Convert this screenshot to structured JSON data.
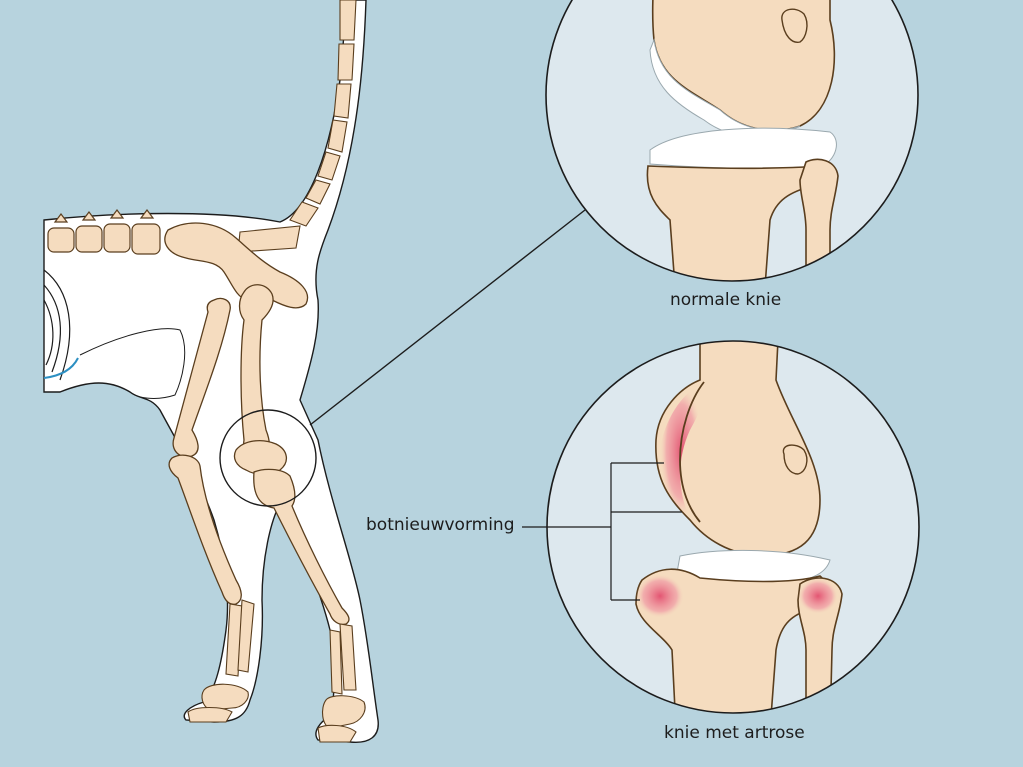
{
  "labels": {
    "normal_knee": "normale knie",
    "arthritic_knee": "knie met artrose",
    "bone_remodeling": "botnieuwvorming"
  },
  "colors": {
    "background": "#b7d3de",
    "bone": "#f5dcbf",
    "bone_outline": "#5a3e1e",
    "cartilage": "#ffffff",
    "lesion": "#e56b82",
    "circle_fill": "#dde8ee",
    "body_silhouette": "#ffffff"
  }
}
